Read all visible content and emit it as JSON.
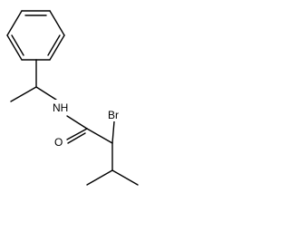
{
  "molecule": {
    "atoms": {
      "nh": "NH",
      "o": "O",
      "br": "Br"
    },
    "colors": {
      "bond": "#000000",
      "label": "#000000",
      "background": "#ffffff"
    }
  }
}
